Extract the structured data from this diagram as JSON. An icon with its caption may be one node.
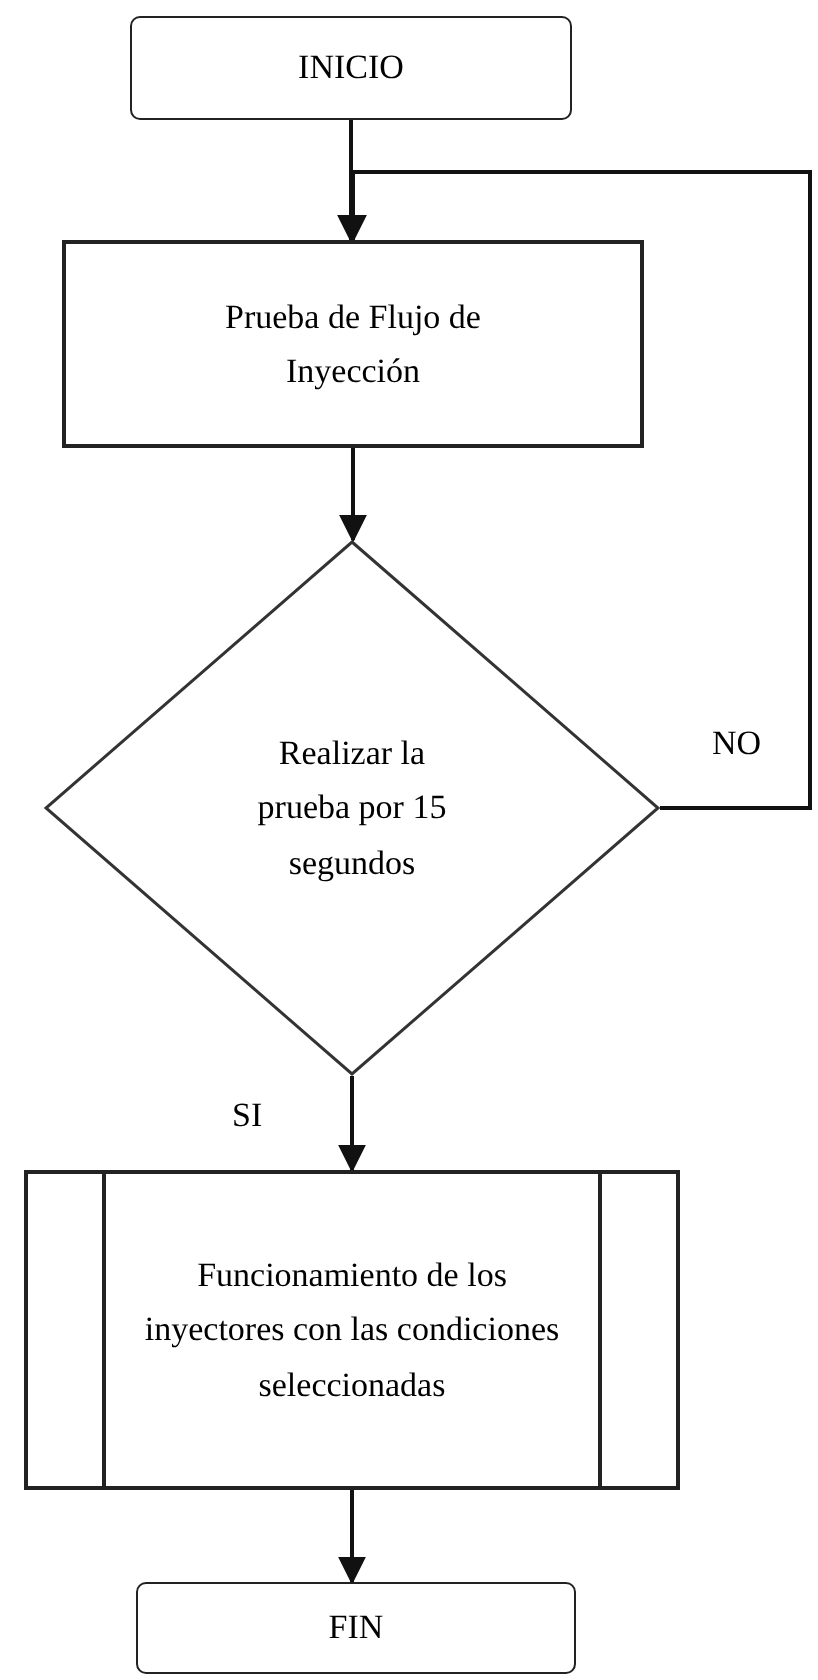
{
  "diagram": {
    "nodes": [
      {
        "text": [
          "INICIO"
        ]
      },
      {
        "text": [
          "Prueba de Flujo de Inyección"
        ]
      },
      {
        "text": [
          "Realizar la prueba por 15 segundos"
        ]
      },
      {
        "text": [
          "Funcionamiento de los inyectores con las condiciones seleccionadas"
        ]
      },
      {
        "text": [
          "FIN"
        ]
      }
    ],
    "edges": [
      {
        "from": 0,
        "to": 1,
        "arrow": "to"
      },
      {
        "from": 1,
        "to": 2,
        "arrow": "to"
      },
      {
        "from": 2,
        "to": 1,
        "arrow": "to",
        "label": "NO"
      },
      {
        "from": 2,
        "to": 3,
        "arrow": "to",
        "label": "SI"
      },
      {
        "from": 3,
        "to": 4,
        "arrow": "to"
      }
    ]
  }
}
